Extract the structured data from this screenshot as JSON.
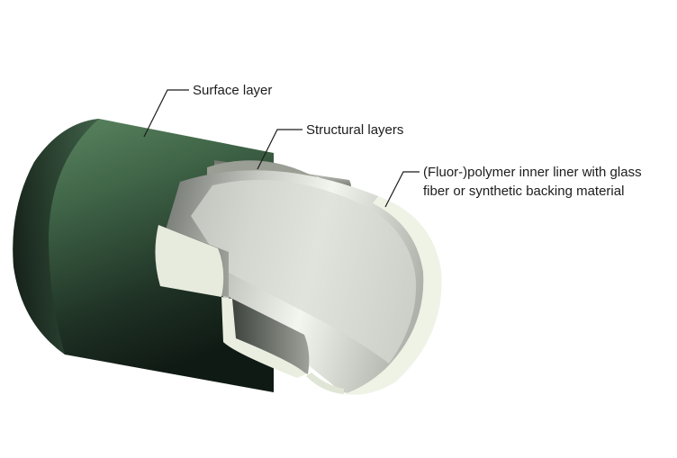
{
  "labels": {
    "surface_layer": "Surface layer",
    "structural_layers": "Structural layers",
    "inner_liner": {
      "line1": "(Fluor-)polymer inner liner with glass",
      "line2": "fiber or synthetic backing material"
    }
  },
  "colors": {
    "background": "#ffffff",
    "surface_layer": "#4f7a55",
    "structural_layers": "#7e8278",
    "inner_liner_edge": "#eef3e6",
    "callout_line": "#1c1c1c"
  }
}
